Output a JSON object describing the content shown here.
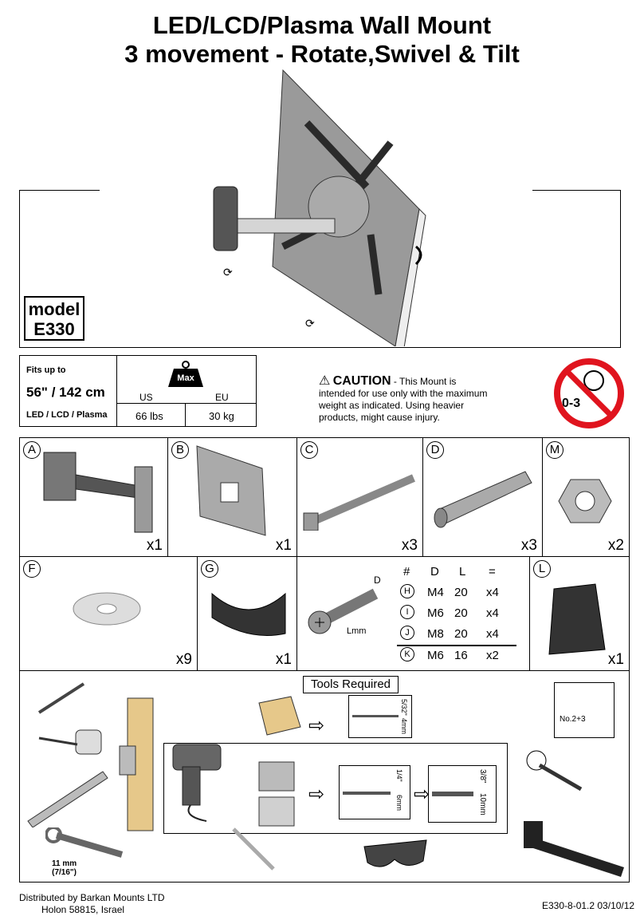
{
  "title": {
    "line1": "LED/LCD/Plasma Wall Mount",
    "line2": "3 movement - Rotate,Swivel & Tilt"
  },
  "model": {
    "label": "model",
    "code": "E330"
  },
  "fit_table": {
    "fits_up_to_label": "Fits up to",
    "size": "56\" / 142 cm",
    "types": "LED / LCD / Plasma",
    "weight_icon_label": "Max",
    "us_label": "US",
    "eu_label": "EU",
    "us_value": "66 lbs",
    "eu_value": "30 kg"
  },
  "caution": {
    "heading": "CAUTION",
    "text_line1": "- This Mount is",
    "text_line2": "intended for use only with the maximum",
    "text_line3": "weight as indicated. Using heavier",
    "text_line4": "products, might cause injury."
  },
  "age_warning": {
    "label": "0-3"
  },
  "parts": [
    {
      "letter": "A",
      "qty": "x1"
    },
    {
      "letter": "B",
      "qty": "x1"
    },
    {
      "letter": "C",
      "qty": "x3"
    },
    {
      "letter": "D",
      "qty": "x3"
    },
    {
      "letter": "M",
      "qty": "x2"
    },
    {
      "letter": "F",
      "qty": "x9"
    },
    {
      "letter": "G",
      "qty": "x1"
    },
    {
      "letter": "L",
      "qty": "x1"
    }
  ],
  "screw_table": {
    "headers": [
      "#",
      "D",
      "L",
      "="
    ],
    "rows": [
      {
        "id": "H",
        "d": "M4",
        "l": "20",
        "q": "x4"
      },
      {
        "id": "I",
        "d": "M6",
        "l": "20",
        "q": "x4"
      },
      {
        "id": "J",
        "d": "M8",
        "l": "20",
        "q": "x4"
      },
      {
        "id": "K",
        "d": "M6",
        "l": "16",
        "q": "x2"
      }
    ],
    "dim_d": "D",
    "dim_l": "Lmm"
  },
  "tools": {
    "heading": "Tools Required",
    "screwdriver_label": "No.2+3",
    "wrench_label1": "11 mm",
    "wrench_label2": "(7/16\")",
    "drill_wood_size": "5/32\"",
    "drill_wood_mm": "4mm",
    "drill_brick_size": "1/4\"",
    "drill_brick_mm": "6mm",
    "drill_concrete_size": "3/8\"",
    "drill_concrete_mm": "10mm"
  },
  "footer": {
    "company": "Distributed by Barkan Mounts LTD",
    "address": "Holon 58815, Israel",
    "doc_code": "E330-8-01.2  03/10/12"
  }
}
